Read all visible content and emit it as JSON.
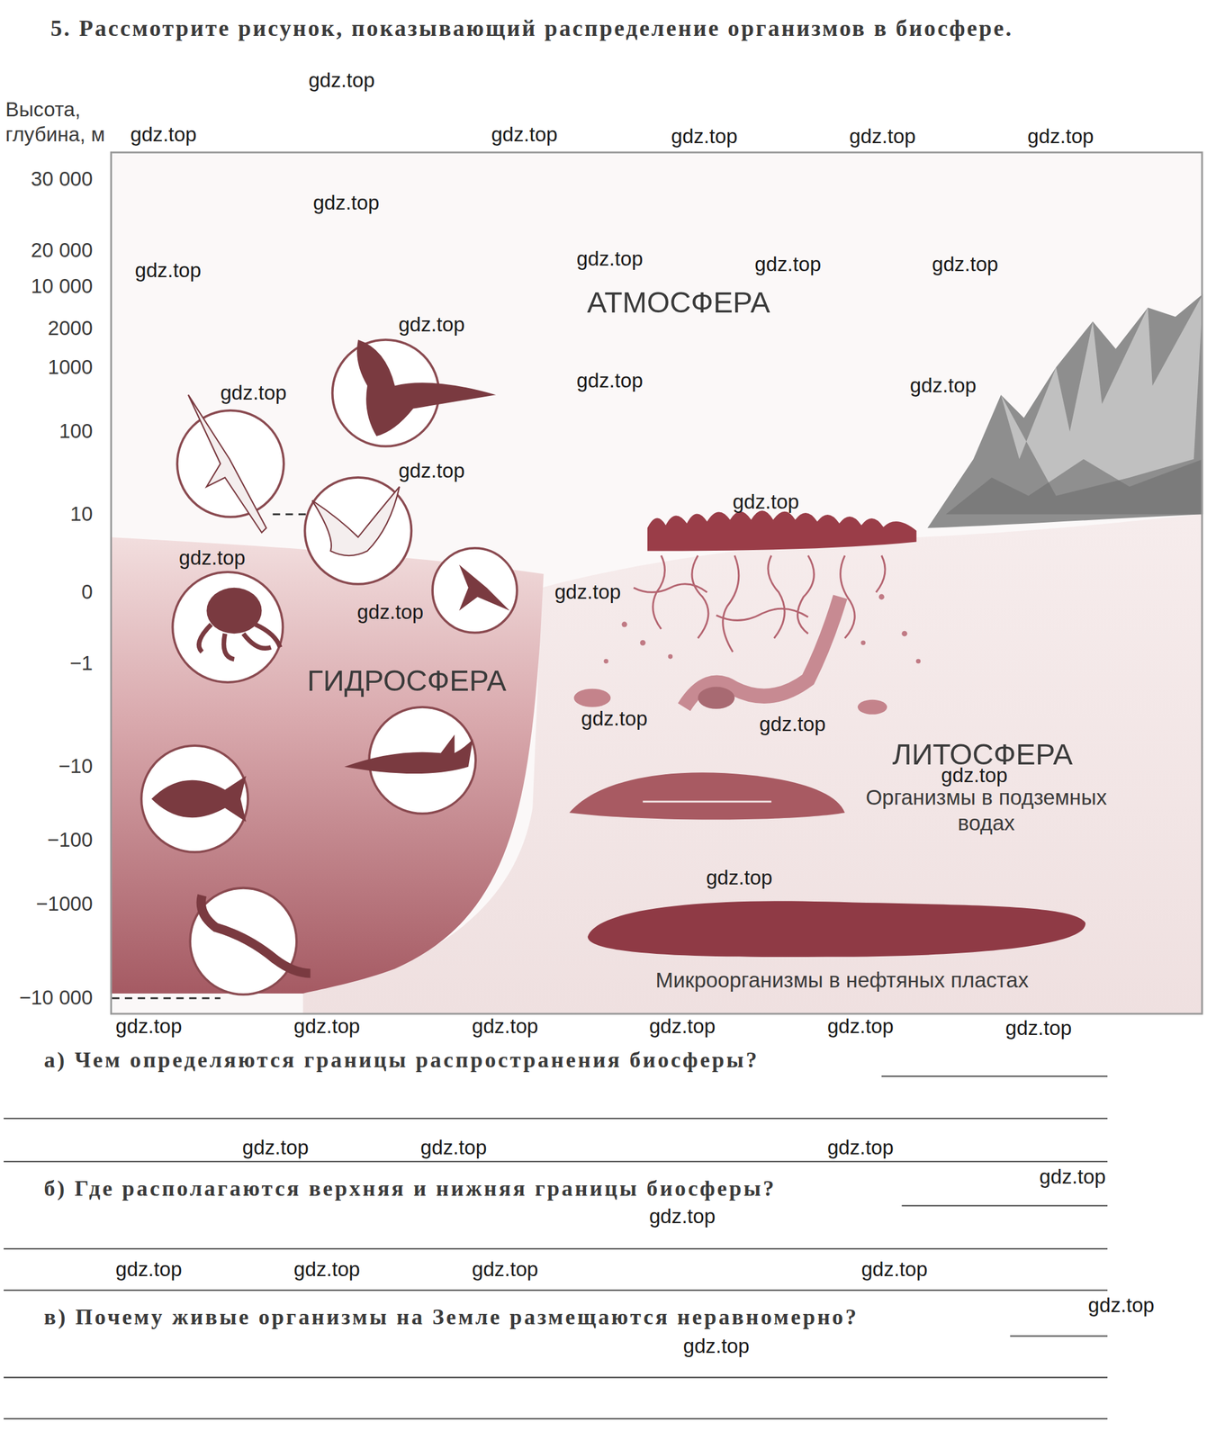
{
  "diagram": {
    "title": "5. Рассмотрите рисунок, показывающий распределение организмов в биосфере.",
    "nodes": [
      {
        "text": [
          "АТМОСФЕРА",
          "ГИДРОСФЕРА",
          "ЛИТОСФЕРА",
          "Организмы в подземных водах",
          "Микроорганизмы в нефтяных пластах"
        ]
      }
    ],
    "labels": [
      "Высота, глубина, м",
      "30 000",
      "20 000",
      "10 000",
      "2000",
      "1000",
      "100",
      "10",
      "0",
      "−1",
      "−10",
      "−100",
      "−1000",
      "−10 000",
      "а) Чем определяются границы распространения биосферы?",
      "б) Где располагаются верхняя и нижняя границы биосферы?",
      "в) Почему живые организмы на Земле размещаются неравномерно?",
      "gdz.top",
      "gdz.top",
      "gdz.top",
      "gdz.top",
      "gdz.top",
      "gdz.top",
      "gdz.top",
      "gdz.top",
      "gdz.top",
      "gdz.top",
      "gdz.top",
      "gdz.top",
      "gdz.top",
      "gdz.top",
      "gdz.top",
      "gdz.top",
      "gdz.top",
      "gdz.top",
      "gdz.top",
      "gdz.top",
      "gdz.top",
      "gdz.top",
      "gdz.top",
      "gdz.top",
      "gdz.top",
      "gdz.top",
      "gdz.top",
      "gdz.top",
      "gdz.top",
      "gdz.top",
      "gdz.top",
      "gdz.top",
      "gdz.top",
      "gdz.top",
      "gdz.top",
      "gdz.top",
      "gdz.top",
      "gdz.top",
      "gdz.top",
      "gdz.top",
      "gdz.top"
    ]
  }
}
